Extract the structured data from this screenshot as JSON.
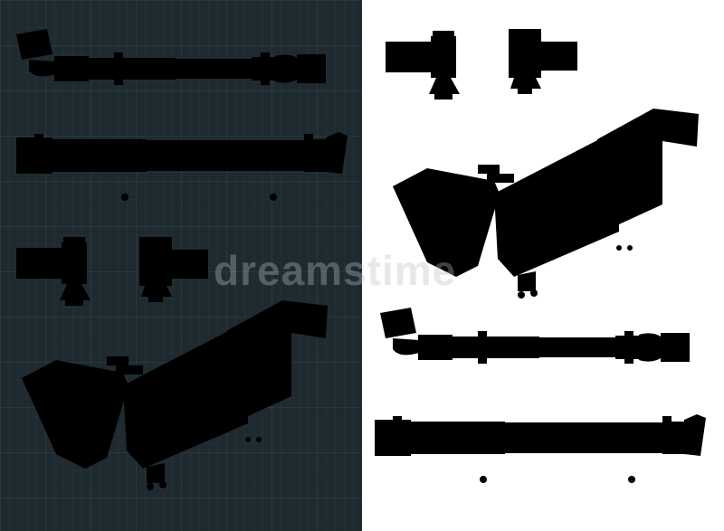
{
  "watermark": {
    "text": "dreamstime"
  },
  "colors": {
    "dark_bg": "#1e2a30",
    "grid_line": "#2c3b42",
    "grid_major": "#34474f",
    "cream_line": "#ecdcb2",
    "cream_fill": "#f7ecd0",
    "light_bg": "#ffffff",
    "ink_line": "#262626"
  },
  "panels": [
    {
      "id": "dark",
      "style": "blueprint",
      "views": [
        "top-view",
        "side-view",
        "front-view",
        "rear-view",
        "perspective-view"
      ]
    },
    {
      "id": "light",
      "style": "line-drawing",
      "views": [
        "front-view",
        "rear-view",
        "perspective-view",
        "top-view",
        "side-view"
      ]
    }
  ]
}
